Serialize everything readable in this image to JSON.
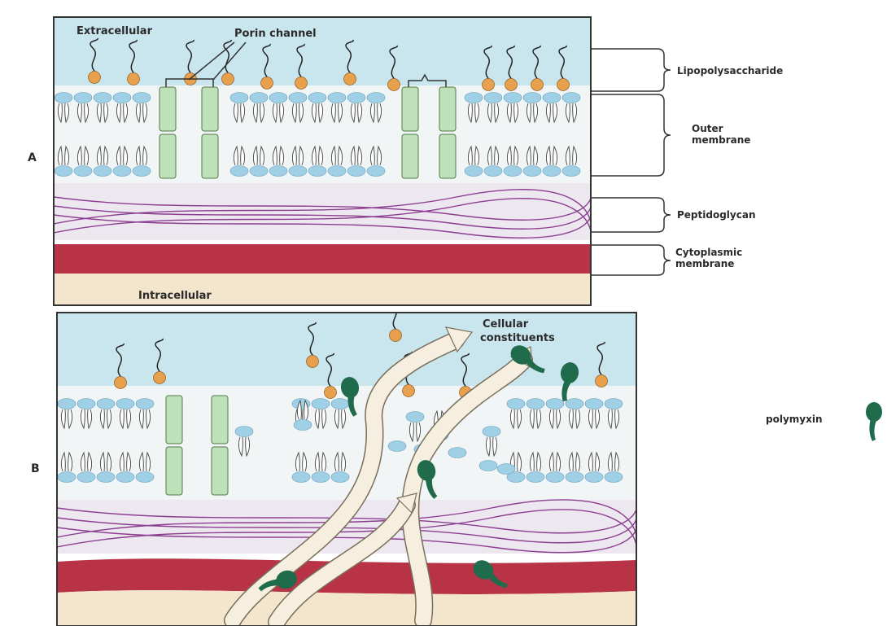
{
  "panel_a": {
    "letter": "A",
    "extracellular": "Extracellular",
    "porin": "Porin channel",
    "intracellular": "Intracellular"
  },
  "panel_b": {
    "letter": "B",
    "cellular": "Cellular",
    "constituents": "constituents"
  },
  "brackets": {
    "lps": "Lipopolysaccharide",
    "outer_1": "Outer",
    "outer_2": "membrane",
    "peptido": "Peptidoglycan",
    "cyto_1": "Cytoplasmic",
    "cyto_2": "membrane"
  },
  "legend": {
    "polymyxin": "polymyxin",
    "polymyxin_icon": "polymyxin-icon"
  },
  "colors": {
    "extracellular": "#c9e6ef",
    "membrane_inner": "#f2f5f6",
    "peptidoglycan_bg": "#ede7f0",
    "peptidoglycan_line": "#8c3e91",
    "cytoplasmic": "#b83345",
    "intracellular": "#f4e5cd",
    "lipid_head": "#9fd0e6",
    "lps_head": "#e9a04d",
    "porin": "#bfe1ba",
    "polymyxin": "#1f6b4c",
    "arrow": "#f6eede"
  }
}
